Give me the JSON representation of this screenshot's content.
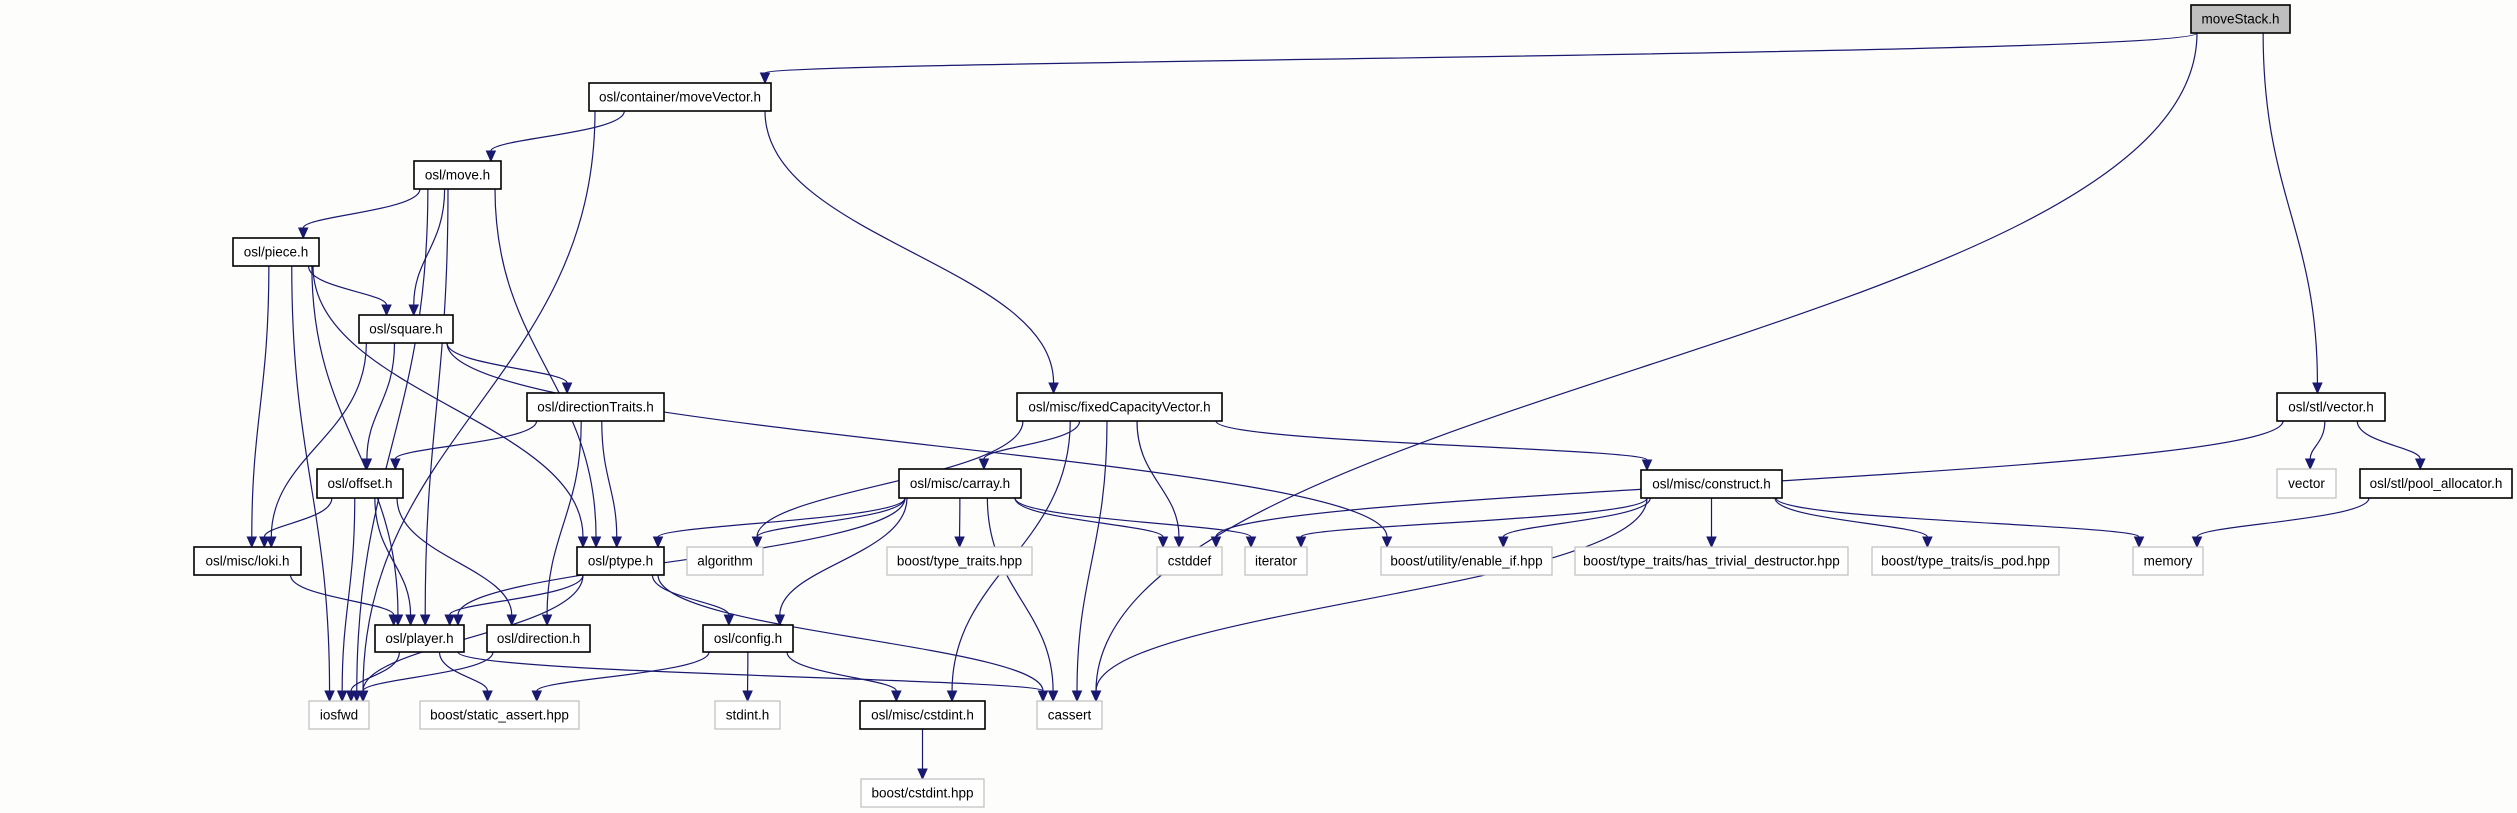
{
  "graph": {
    "title": "moveStack.h",
    "colors": {
      "edge": "#191970",
      "root_fill": "#bfbfbf",
      "local_border": "#000000",
      "system_border": "#bfbfbf"
    },
    "nodes": {
      "moveStack": {
        "label": "moveStack.h",
        "kind": "root"
      },
      "moveVector": {
        "label": "osl/container/moveVector.h",
        "kind": "local"
      },
      "move": {
        "label": "osl/move.h",
        "kind": "local"
      },
      "piece": {
        "label": "osl/piece.h",
        "kind": "local"
      },
      "square": {
        "label": "osl/square.h",
        "kind": "local"
      },
      "directionTraits": {
        "label": "osl/directionTraits.h",
        "kind": "local"
      },
      "offset": {
        "label": "osl/offset.h",
        "kind": "local"
      },
      "loki": {
        "label": "osl/misc/loki.h",
        "kind": "local"
      },
      "ptype": {
        "label": "osl/ptype.h",
        "kind": "local"
      },
      "player": {
        "label": "osl/player.h",
        "kind": "local"
      },
      "direction": {
        "label": "osl/direction.h",
        "kind": "local"
      },
      "config": {
        "label": "osl/config.h",
        "kind": "local"
      },
      "fixedCapacityVector": {
        "label": "osl/misc/fixedCapacityVector.h",
        "kind": "local"
      },
      "carray": {
        "label": "osl/misc/carray.h",
        "kind": "local"
      },
      "construct": {
        "label": "osl/misc/construct.h",
        "kind": "local"
      },
      "cstdint": {
        "label": "osl/misc/cstdint.h",
        "kind": "local"
      },
      "stlvector": {
        "label": "osl/stl/vector.h",
        "kind": "local"
      },
      "pool_allocator": {
        "label": "osl/stl/pool_allocator.h",
        "kind": "local"
      },
      "iosfwd": {
        "label": "iosfwd",
        "kind": "system"
      },
      "static_assert": {
        "label": "boost/static_assert.hpp",
        "kind": "system"
      },
      "stdint": {
        "label": "stdint.h",
        "kind": "system"
      },
      "cassert": {
        "label": "cassert",
        "kind": "system"
      },
      "boost_cstdint": {
        "label": "boost/cstdint.hpp",
        "kind": "system"
      },
      "algorithm": {
        "label": "algorithm",
        "kind": "system"
      },
      "type_traits": {
        "label": "boost/type_traits.hpp",
        "kind": "system"
      },
      "cstddef": {
        "label": "cstddef",
        "kind": "system"
      },
      "iterator": {
        "label": "iterator",
        "kind": "system"
      },
      "enable_if": {
        "label": "boost/utility/enable_if.hpp",
        "kind": "system"
      },
      "has_trivial_destructor": {
        "label": "boost/type_traits/has_trivial_destructor.hpp",
        "kind": "system"
      },
      "is_pod": {
        "label": "boost/type_traits/is_pod.hpp",
        "kind": "system"
      },
      "memory": {
        "label": "memory",
        "kind": "system"
      },
      "vector": {
        "label": "vector",
        "kind": "system"
      }
    },
    "edges": [
      [
        "moveStack",
        "moveVector"
      ],
      [
        "moveStack",
        "cassert"
      ],
      [
        "moveStack",
        "stlvector"
      ],
      [
        "moveVector",
        "move"
      ],
      [
        "moveVector",
        "fixedCapacityVector"
      ],
      [
        "moveVector",
        "iosfwd"
      ],
      [
        "move",
        "piece"
      ],
      [
        "move",
        "square"
      ],
      [
        "move",
        "player"
      ],
      [
        "move",
        "ptype"
      ],
      [
        "move",
        "iosfwd"
      ],
      [
        "piece",
        "square"
      ],
      [
        "piece",
        "loki"
      ],
      [
        "piece",
        "ptype"
      ],
      [
        "piece",
        "player"
      ],
      [
        "piece",
        "iosfwd"
      ],
      [
        "square",
        "directionTraits"
      ],
      [
        "square",
        "offset"
      ],
      [
        "square",
        "loki"
      ],
      [
        "square",
        "enable_if"
      ],
      [
        "directionTraits",
        "offset"
      ],
      [
        "directionTraits",
        "ptype"
      ],
      [
        "directionTraits",
        "direction"
      ],
      [
        "offset",
        "loki"
      ],
      [
        "offset",
        "player"
      ],
      [
        "offset",
        "direction"
      ],
      [
        "offset",
        "iosfwd"
      ],
      [
        "loki",
        "player"
      ],
      [
        "ptype",
        "player"
      ],
      [
        "ptype",
        "config"
      ],
      [
        "ptype",
        "cassert"
      ],
      [
        "ptype",
        "iosfwd"
      ],
      [
        "player",
        "iosfwd"
      ],
      [
        "player",
        "static_assert"
      ],
      [
        "player",
        "cassert"
      ],
      [
        "direction",
        "iosfwd"
      ],
      [
        "config",
        "static_assert"
      ],
      [
        "config",
        "stdint"
      ],
      [
        "config",
        "cstdint"
      ],
      [
        "cstdint",
        "boost_cstdint"
      ],
      [
        "fixedCapacityVector",
        "carray"
      ],
      [
        "fixedCapacityVector",
        "algorithm"
      ],
      [
        "fixedCapacityVector",
        "cstddef"
      ],
      [
        "fixedCapacityVector",
        "cstdint"
      ],
      [
        "fixedCapacityVector",
        "cassert"
      ],
      [
        "fixedCapacityVector",
        "construct"
      ],
      [
        "carray",
        "ptype"
      ],
      [
        "carray",
        "algorithm"
      ],
      [
        "carray",
        "type_traits"
      ],
      [
        "carray",
        "cstddef"
      ],
      [
        "carray",
        "iterator"
      ],
      [
        "carray",
        "player"
      ],
      [
        "carray",
        "config"
      ],
      [
        "carray",
        "cassert"
      ],
      [
        "construct",
        "iterator"
      ],
      [
        "construct",
        "enable_if"
      ],
      [
        "construct",
        "has_trivial_destructor"
      ],
      [
        "construct",
        "is_pod"
      ],
      [
        "construct",
        "memory"
      ],
      [
        "construct",
        "cassert"
      ],
      [
        "stlvector",
        "vector"
      ],
      [
        "stlvector",
        "pool_allocator"
      ],
      [
        "stlvector",
        "cstddef"
      ],
      [
        "pool_allocator",
        "memory"
      ]
    ]
  }
}
